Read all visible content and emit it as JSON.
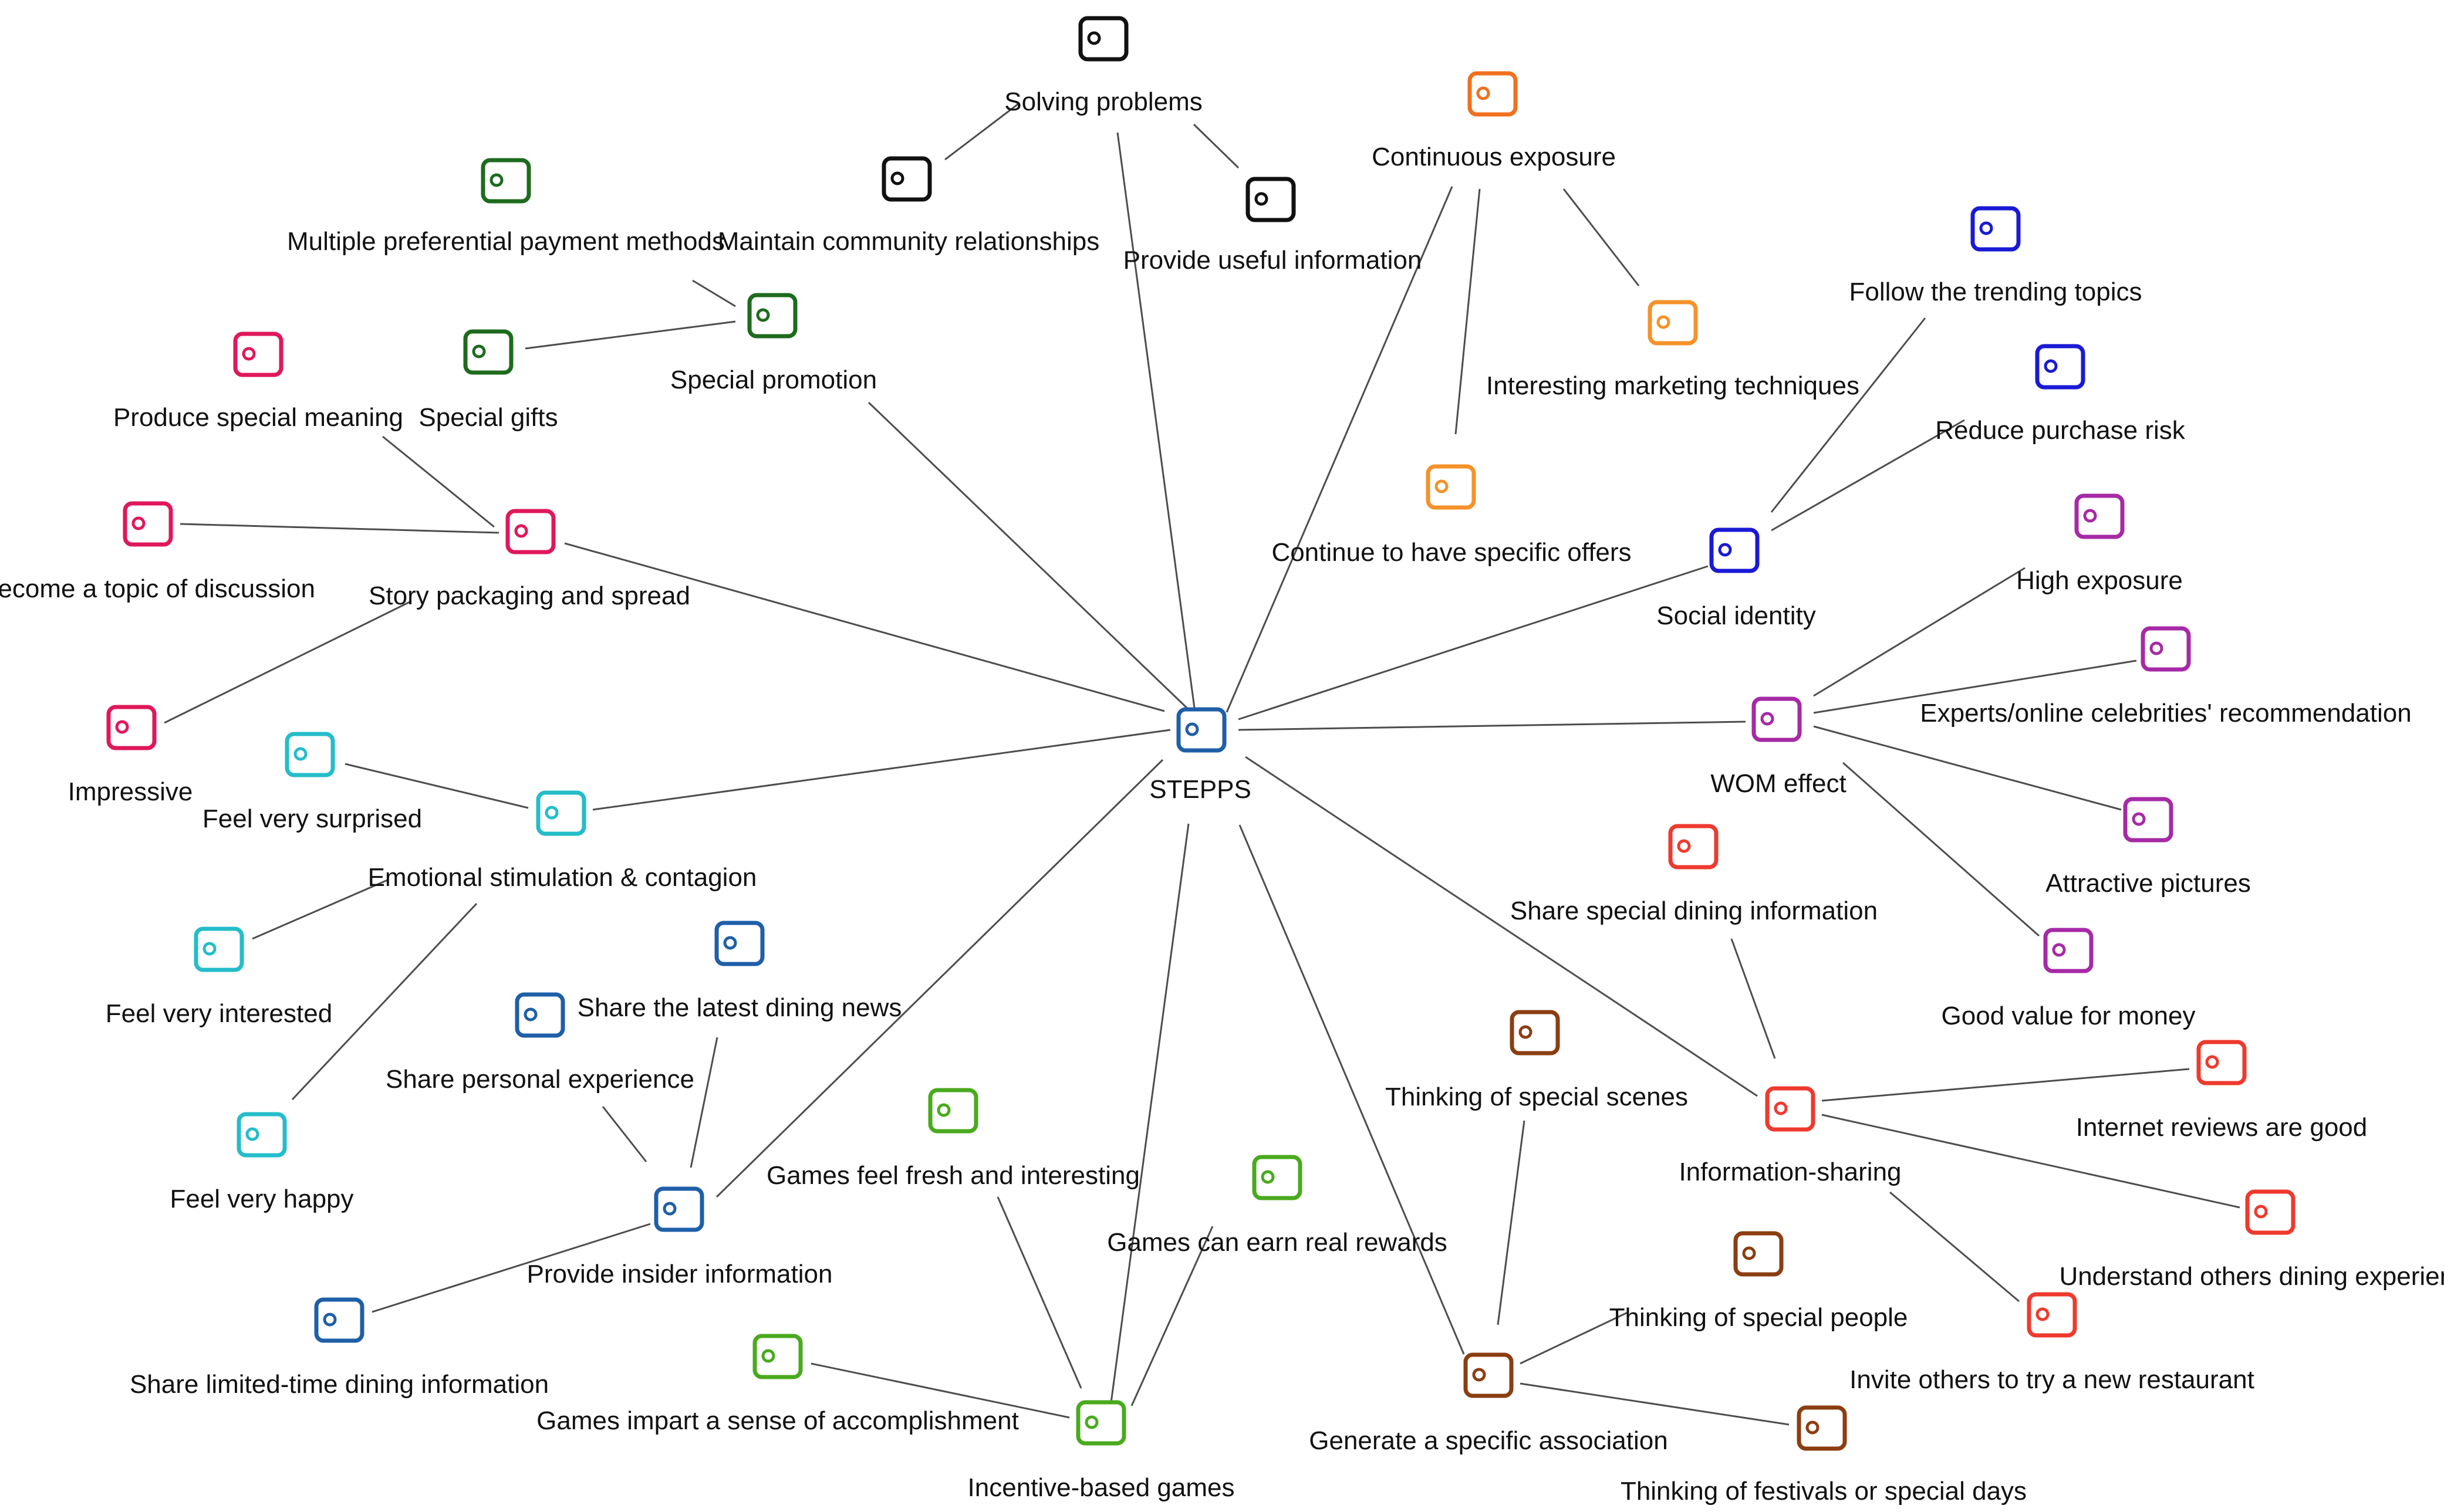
{
  "nodes": [
    {
      "id": "stepps",
      "label": "STEPPS",
      "color": "#1f5fa8",
      "kind": "center"
    },
    {
      "id": "social_currency",
      "label": "Special promotion",
      "color": "#1e6b1e",
      "kind": "category"
    },
    {
      "id": "multi_payment",
      "label": "Multiple preferential payment methods",
      "color": "#1e6b1e",
      "kind": "leaf"
    },
    {
      "id": "special_gifts",
      "label": "Special gifts",
      "color": "#1e6b1e",
      "kind": "leaf"
    },
    {
      "id": "solving_problems",
      "label": "Solving problems",
      "color": "#111111",
      "kind": "category"
    },
    {
      "id": "community",
      "label": "Maintain community relationships",
      "color": "#111111",
      "kind": "leaf"
    },
    {
      "id": "useful_info",
      "label": "Provide useful information",
      "color": "#111111",
      "kind": "leaf"
    },
    {
      "id": "continuous_exposure",
      "label": "Continuous exposure",
      "color": "#f07020",
      "kind": "category"
    },
    {
      "id": "marketing_tech",
      "label": "Interesting marketing techniques",
      "color": "#f5922a",
      "kind": "leaf"
    },
    {
      "id": "specific_offers",
      "label": "Continue to have specific offers",
      "color": "#f5922a",
      "kind": "leaf"
    },
    {
      "id": "social_identity",
      "label": "Social identity",
      "color": "#1a1ad4",
      "kind": "category"
    },
    {
      "id": "trending",
      "label": "Follow the trending topics",
      "color": "#1a1ad4",
      "kind": "leaf"
    },
    {
      "id": "purchase_risk",
      "label": "Reduce purchase risk",
      "color": "#1a1ad4",
      "kind": "leaf"
    },
    {
      "id": "wom",
      "label": "WOM effect",
      "color": "#a62aa6",
      "kind": "category"
    },
    {
      "id": "high_exposure",
      "label": "High exposure",
      "color": "#a62aa6",
      "kind": "leaf"
    },
    {
      "id": "experts",
      "label": "Experts/online celebrities' recommendation",
      "color": "#a62aa6",
      "kind": "leaf"
    },
    {
      "id": "attractive",
      "label": "Attractive pictures",
      "color": "#a62aa6",
      "kind": "leaf"
    },
    {
      "id": "value_money",
      "label": "Good value for money",
      "color": "#a62aa6",
      "kind": "leaf"
    },
    {
      "id": "info_sharing",
      "label": "Information-sharing",
      "color": "#ee3a2e",
      "kind": "category"
    },
    {
      "id": "share_special_dining",
      "label": "Share special dining information",
      "color": "#ee3a2e",
      "kind": "leaf"
    },
    {
      "id": "reviews_good",
      "label": "Internet reviews are good",
      "color": "#ee3a2e",
      "kind": "leaf"
    },
    {
      "id": "others_dining",
      "label": "Understand others dining experience",
      "color": "#ee3a2e",
      "kind": "leaf"
    },
    {
      "id": "invite_others",
      "label": "Invite others to try a new restaurant",
      "color": "#ee3a2e",
      "kind": "leaf"
    },
    {
      "id": "specific_assoc",
      "label": "Generate a specific association",
      "color": "#8b3e12",
      "kind": "category"
    },
    {
      "id": "special_scenes",
      "label": "Thinking of special scenes",
      "color": "#8b3e12",
      "kind": "leaf"
    },
    {
      "id": "special_people",
      "label": "Thinking of special people",
      "color": "#8b3e12",
      "kind": "leaf"
    },
    {
      "id": "festivals",
      "label": "Thinking of festivals or special days",
      "color": "#8b3e12",
      "kind": "leaf"
    },
    {
      "id": "games",
      "label": "Incentive-based games",
      "color": "#4aaa1e",
      "kind": "category"
    },
    {
      "id": "games_fresh",
      "label": "Games feel fresh and interesting",
      "color": "#4aaa1e",
      "kind": "leaf"
    },
    {
      "id": "games_rewards",
      "label": "Games can earn real rewards",
      "color": "#4aaa1e",
      "kind": "leaf"
    },
    {
      "id": "games_accomplish",
      "label": "Games impart a sense of accomplishment",
      "color": "#4aaa1e",
      "kind": "leaf"
    },
    {
      "id": "insider",
      "label": "Provide insider information",
      "color": "#1f5fa8",
      "kind": "category"
    },
    {
      "id": "latest_news",
      "label": "Share the latest dining news",
      "color": "#1f5fa8",
      "kind": "leaf"
    },
    {
      "id": "personal_exp",
      "label": "Share personal experience",
      "color": "#1f5fa8",
      "kind": "leaf"
    },
    {
      "id": "limited_time",
      "label": "Share limited-time dining information",
      "color": "#1f5fa8",
      "kind": "leaf"
    },
    {
      "id": "emotional",
      "label": "Emotional stimulation & contagion",
      "color": "#24bdc9",
      "kind": "category"
    },
    {
      "id": "surprised",
      "label": "Feel very surprised",
      "color": "#24bdc9",
      "kind": "leaf"
    },
    {
      "id": "interested",
      "label": "Feel very interested",
      "color": "#24bdc9",
      "kind": "leaf"
    },
    {
      "id": "happy",
      "label": "Feel very happy",
      "color": "#24bdc9",
      "kind": "leaf"
    },
    {
      "id": "story",
      "label": "Story packaging and spread",
      "color": "#e0185a",
      "kind": "category"
    },
    {
      "id": "special_meaning",
      "label": "Produce special meaning",
      "color": "#e0185a",
      "kind": "leaf"
    },
    {
      "id": "topic_discussion",
      "label": "Become a topic of discussion",
      "color": "#e0185a",
      "kind": "leaf"
    },
    {
      "id": "impressive",
      "label": "Impressive",
      "color": "#e0185a",
      "kind": "leaf"
    }
  ],
  "edges": [
    [
      "stepps",
      "social_currency"
    ],
    [
      "stepps",
      "solving_problems"
    ],
    [
      "stepps",
      "continuous_exposure"
    ],
    [
      "stepps",
      "social_identity"
    ],
    [
      "stepps",
      "wom"
    ],
    [
      "stepps",
      "info_sharing"
    ],
    [
      "stepps",
      "specific_assoc"
    ],
    [
      "stepps",
      "games"
    ],
    [
      "stepps",
      "insider"
    ],
    [
      "stepps",
      "emotional"
    ],
    [
      "stepps",
      "story"
    ],
    [
      "social_currency",
      "multi_payment"
    ],
    [
      "social_currency",
      "special_gifts"
    ],
    [
      "solving_problems",
      "community"
    ],
    [
      "solving_problems",
      "useful_info"
    ],
    [
      "continuous_exposure",
      "marketing_tech"
    ],
    [
      "continuous_exposure",
      "specific_offers"
    ],
    [
      "social_identity",
      "trending"
    ],
    [
      "social_identity",
      "purchase_risk"
    ],
    [
      "wom",
      "high_exposure"
    ],
    [
      "wom",
      "experts"
    ],
    [
      "wom",
      "attractive"
    ],
    [
      "wom",
      "value_money"
    ],
    [
      "info_sharing",
      "share_special_dining"
    ],
    [
      "info_sharing",
      "reviews_good"
    ],
    [
      "info_sharing",
      "others_dining"
    ],
    [
      "info_sharing",
      "invite_others"
    ],
    [
      "specific_assoc",
      "special_scenes"
    ],
    [
      "specific_assoc",
      "special_people"
    ],
    [
      "specific_assoc",
      "festivals"
    ],
    [
      "games",
      "games_fresh"
    ],
    [
      "games",
      "games_rewards"
    ],
    [
      "games",
      "games_accomplish"
    ],
    [
      "insider",
      "latest_news"
    ],
    [
      "insider",
      "personal_exp"
    ],
    [
      "insider",
      "limited_time"
    ],
    [
      "emotional",
      "surprised"
    ],
    [
      "emotional",
      "interested"
    ],
    [
      "emotional",
      "happy"
    ],
    [
      "story",
      "special_meaning"
    ],
    [
      "story",
      "topic_discussion"
    ],
    [
      "story",
      "impressive"
    ]
  ]
}
